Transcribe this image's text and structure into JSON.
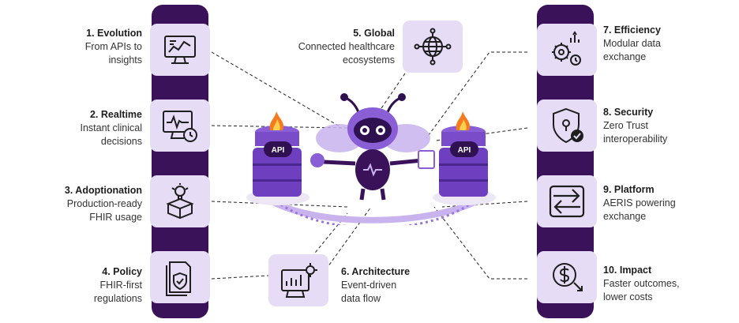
{
  "items": [
    {
      "title": "1. Evolution",
      "desc": [
        "From APIs to",
        "insights"
      ],
      "icon": "monitor-chart-icon"
    },
    {
      "title": "2. Realtime",
      "desc": [
        "Instant clinical",
        "decisions"
      ],
      "icon": "monitor-clock-icon"
    },
    {
      "title": "3. Adoptionation",
      "desc": [
        "Production-ready",
        "FHIR usage"
      ],
      "icon": "box-lightbulb-icon"
    },
    {
      "title": "4. Policy",
      "desc": [
        "FHIR-first",
        "regulations"
      ],
      "icon": "document-shield-icon"
    },
    {
      "title": "5. Global",
      "desc": [
        "Connected healthcare",
        "ecosystems"
      ],
      "icon": "globe-network-icon"
    },
    {
      "title": "6. Architecture",
      "desc": [
        "Event-driven",
        "data flow"
      ],
      "icon": "monitor-gear-icon"
    },
    {
      "title": "7. Efficiency",
      "desc": [
        "Modular data",
        "exchange"
      ],
      "icon": "gears-chart-icon"
    },
    {
      "title": "8. Security",
      "desc": [
        "Zero Trust",
        "interoperability"
      ],
      "icon": "shield-lock-icon"
    },
    {
      "title": "9. Platform",
      "desc": [
        "AERIS powering",
        "exchange"
      ],
      "icon": "exchange-arrows-icon"
    },
    {
      "title": "10. Impact",
      "desc": [
        "Faster outcomes,",
        "lower costs"
      ],
      "icon": "dollar-arrow-icon"
    }
  ],
  "center": {
    "api_left": "API",
    "api_right": "API"
  },
  "colors": {
    "pillar": "#3a1259",
    "tile": "#e6dcf6",
    "accent": "#7b4bc9",
    "flame": "#f47b20"
  }
}
